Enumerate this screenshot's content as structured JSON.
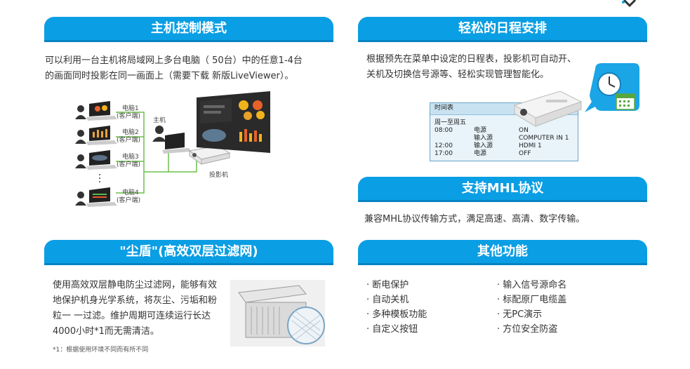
{
  "sections": {
    "host": {
      "title": "主机控制模式",
      "text_line1": "可以利用一台主机将局域网上多台电脑（ 50台）中的任意1-4台",
      "text_line2": "的画面同时投影在同一画面上（需要下载 新版LiveViewer）。",
      "pc1_name": "电脑1",
      "pc1_sub": "(客户端)",
      "pc2_name": "电脑2",
      "pc2_sub": "(客户端)",
      "pc3_name": "电脑3",
      "pc3_sub": "(客户端)",
      "pc4_name": "电脑4",
      "pc4_sub": "(客户端)",
      "host_label": "主机",
      "projector_label": "投影机"
    },
    "schedule": {
      "title": "轻松的日程安排",
      "text_line1": "根据预先在菜单中设定的日程表，投影机可自动开、",
      "text_line2": "关机及切换信号源等、轻松实现管理智能化。",
      "table_title": "时间表",
      "days": "周一至周五",
      "rows": [
        {
          "time": "08:00",
          "item": "电源",
          "value": "ON"
        },
        {
          "time": "",
          "item": "输入源",
          "value": "COMPUTER IN 1"
        },
        {
          "time": "12:00",
          "item": "输入源",
          "value": "HDMI 1"
        },
        {
          "time": "17:00",
          "item": "电源",
          "value": "OFF"
        }
      ]
    },
    "mhl": {
      "title": "支持MHL协议",
      "text": "兼容MHL协议传输方式，满足高速、高清、数字传输。"
    },
    "filter": {
      "title": "\"尘盾\"(高效双层过滤网)",
      "text_line1": "使用高效双层静电防尘过滤网，能够有效",
      "text_line2": "地保护机身光学系统，将灰尘、污垢和粉",
      "text_line3": "粒一 一过滤。维护周期可连续运行长达",
      "text_line4": "4000小时*1而无需清洁。",
      "footnote": "*1：根据使用环境不同而有所不同"
    },
    "other": {
      "title": "其他功能",
      "col1": [
        "· 断电保护",
        "· 自动关机",
        "· 多种模板功能",
        "· 自定义按钮"
      ],
      "col2": [
        "· 输入信号源命名",
        "· 标配原厂电缆盖",
        "· 无PC演示",
        "· 方位安全防盗"
      ]
    }
  }
}
